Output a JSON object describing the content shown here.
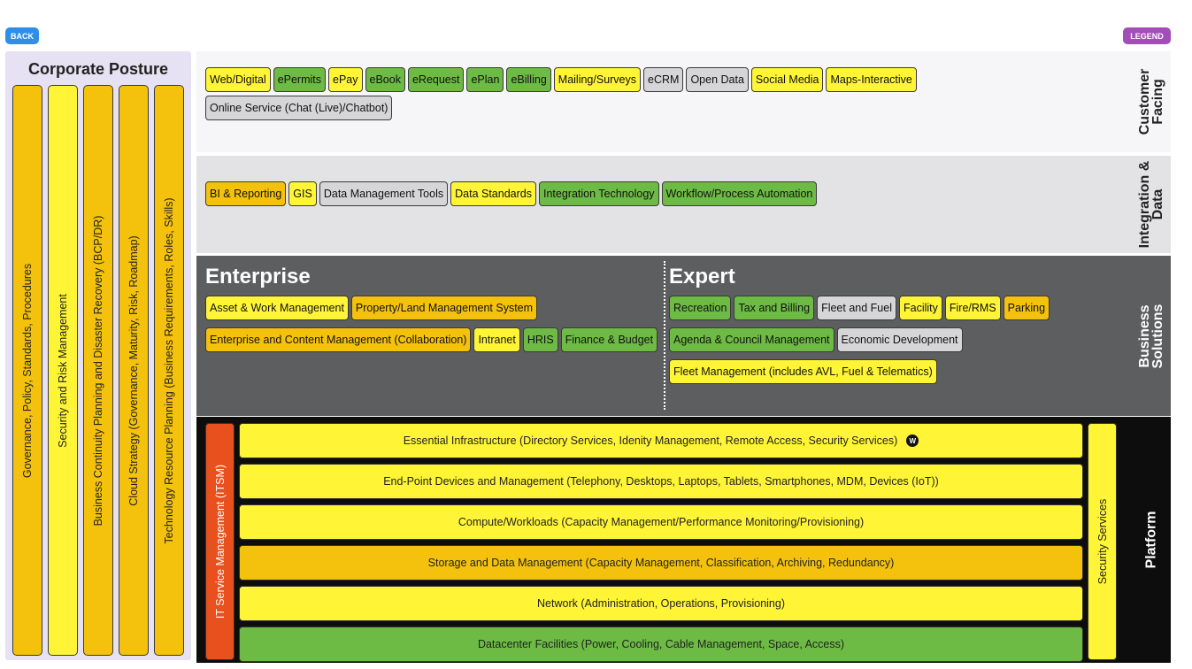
{
  "nav": {
    "back_label": "BACK",
    "legend_label": "LEGEND"
  },
  "posture": {
    "title": "Corporate Posture",
    "items": [
      {
        "label": "Governance, Policy, Standards, Procedures",
        "color": "gold"
      },
      {
        "label": "Security and Risk Management",
        "color": "yellow"
      },
      {
        "label": "Business Continuity Planning and Disaster Recovery (BCP/DR)",
        "color": "gold"
      },
      {
        "label": "Cloud Strategy (Governance, Maturity, Risk, Roadmap)",
        "color": "gold"
      },
      {
        "label": "Technology Resource Planning (Business Requirements, Roles, Skills)",
        "color": "gold"
      }
    ]
  },
  "customer": {
    "title": "Customer Facing",
    "items": [
      {
        "label": "Web/Digital",
        "color": "yellow"
      },
      {
        "label": "ePermits",
        "color": "green"
      },
      {
        "label": "ePay",
        "color": "yellow"
      },
      {
        "label": "eBook",
        "color": "green"
      },
      {
        "label": "eRequest",
        "color": "green"
      },
      {
        "label": "ePlan",
        "color": "green"
      },
      {
        "label": "eBilling",
        "color": "green"
      },
      {
        "label": "Mailing/Surveys",
        "color": "yellow"
      },
      {
        "label": "eCRM",
        "color": "gray"
      },
      {
        "label": "Open Data",
        "color": "gray"
      },
      {
        "label": "Social Media",
        "color": "yellow"
      },
      {
        "label": "Maps-Interactive",
        "color": "yellow"
      },
      {
        "label": "Online Service (Chat (Live)/Chatbot)",
        "color": "gray"
      }
    ]
  },
  "integration": {
    "title": "Integration & Data",
    "items": [
      {
        "label": "BI & Reporting",
        "color": "gold"
      },
      {
        "label": "GIS",
        "color": "yellow"
      },
      {
        "label": "Data Management Tools",
        "color": "gray"
      },
      {
        "label": "Data Standards",
        "color": "yellow"
      },
      {
        "label": "Integration Technology",
        "color": "green"
      },
      {
        "label": "Workflow/Process Automation",
        "color": "green"
      }
    ]
  },
  "business": {
    "title": "Business Solutions",
    "enterprise": {
      "heading": "Enterprise",
      "items": [
        {
          "label": "Asset & Work Management",
          "color": "yellow"
        },
        {
          "label": "Property/Land Management System",
          "color": "gold"
        },
        {
          "label": "Enterprise and Content Management (Collaboration)",
          "color": "gold"
        },
        {
          "label": "Intranet",
          "color": "yellow"
        },
        {
          "label": "HRIS",
          "color": "green"
        },
        {
          "label": "Finance & Budget",
          "color": "green"
        }
      ]
    },
    "expert": {
      "heading": "Expert",
      "items": [
        {
          "label": "Recreation",
          "color": "green"
        },
        {
          "label": "Tax and Billing",
          "color": "green"
        },
        {
          "label": "Fleet and Fuel",
          "color": "gray"
        },
        {
          "label": "Facility",
          "color": "yellow"
        },
        {
          "label": "Fire/RMS",
          "color": "yellow"
        },
        {
          "label": "Parking",
          "color": "gold"
        },
        {
          "label": "Agenda & Council Management",
          "color": "green"
        },
        {
          "label": "Economic Development",
          "color": "gray"
        },
        {
          "label": "Fleet Management (includes AVL, Fuel & Telematics)",
          "color": "yellow"
        }
      ]
    }
  },
  "platform": {
    "title": "Platform",
    "itsm_label": "IT Service Management (ITSM)",
    "security_label": "Security Services",
    "rows": [
      {
        "label": "Essential Infrastructure (Directory Services, Idenity Management, Remote Access, Security Services)",
        "color": "yellow",
        "icon": "w-badge-icon"
      },
      {
        "label": "End-Point Devices and Management (Telephony, Desktops, Laptops, Tablets, Smartphones, MDM, Devices (IoT))",
        "color": "yellow"
      },
      {
        "label": "Compute/Workloads (Capacity Management/Performance Monitoring/Provisioning)",
        "color": "yellow"
      },
      {
        "label": "Storage and Data Management (Capacity Management, Classification, Archiving, Redundancy)",
        "color": "gold"
      },
      {
        "label": "Network (Administration, Operations, Provisioning)",
        "color": "yellow"
      },
      {
        "label": "Datacenter Facilities (Power, Cooling, Cable Management, Space, Access)",
        "color": "green"
      }
    ]
  }
}
